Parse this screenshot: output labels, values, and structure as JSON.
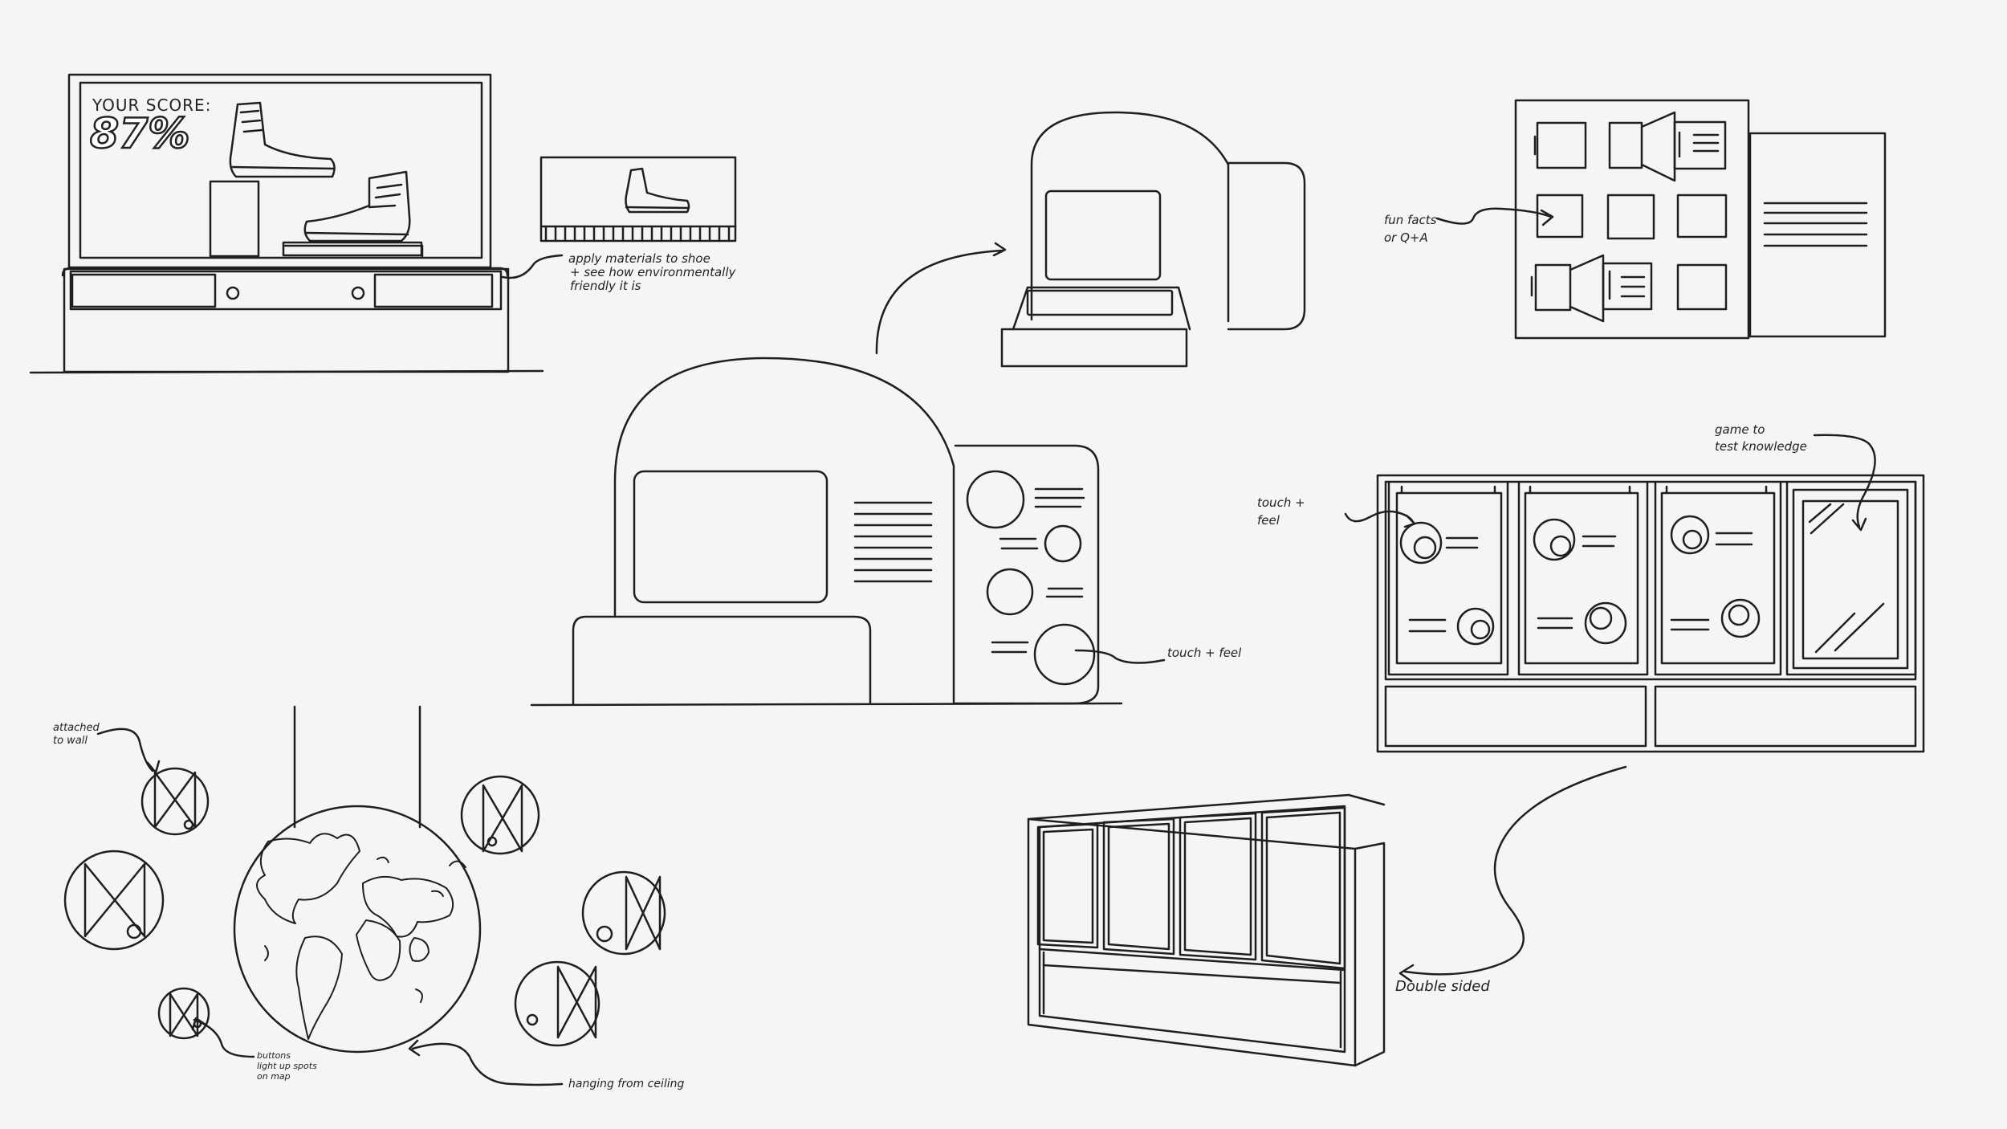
{
  "kiosk": {
    "score_label": "YOUR SCORE:",
    "score_value": "87%"
  },
  "annotations": {
    "apply_materials": [
      "apply materials to shoe",
      "+ see how environmentally",
      "friendly it is"
    ],
    "fun_facts": [
      "fun facts",
      "or Q+A"
    ],
    "touch_feel_center": "touch + feel",
    "game_knowledge": [
      "game to",
      "test knowledge"
    ],
    "touch_feel_right": [
      "touch +",
      "feel"
    ],
    "double_sided": "Double sided",
    "attached_wall": [
      "attached",
      "to wall"
    ],
    "buttons_map": [
      "buttons",
      "light up spots",
      "on map"
    ],
    "hanging_ceiling": "hanging from ceiling"
  },
  "colors": {
    "background": "#f7f5f3",
    "ink": "#1f1f1f"
  }
}
